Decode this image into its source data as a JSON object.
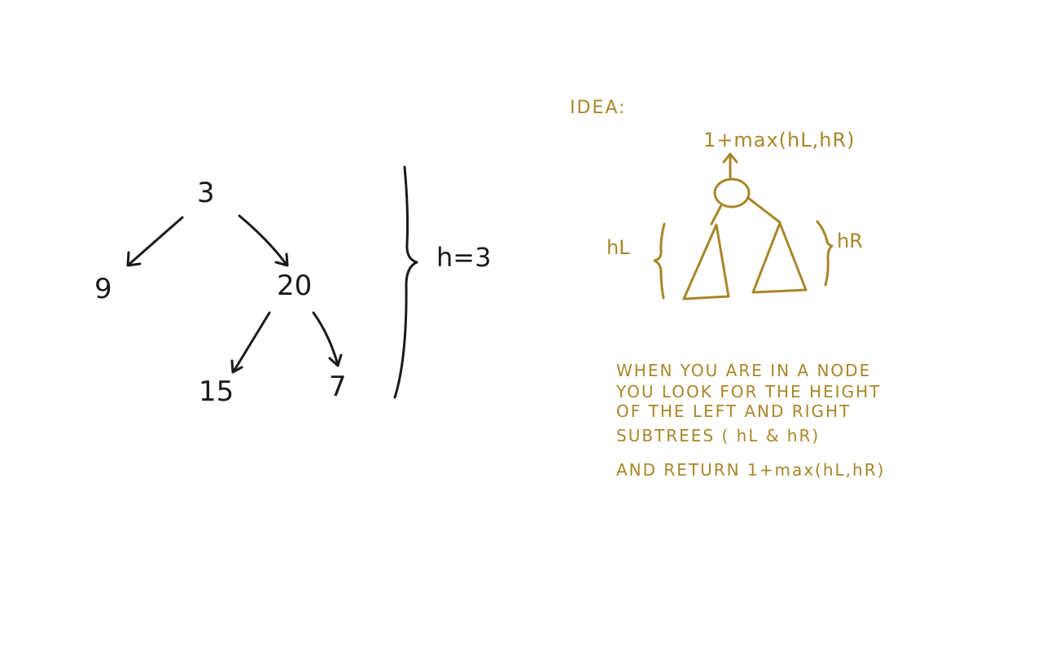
{
  "tree": {
    "nodes": {
      "root": "3",
      "left": "9",
      "right": "20",
      "right_left": "15",
      "right_right": "7"
    },
    "height_label": "h=3"
  },
  "idea": {
    "title": "IDEA:",
    "formula_top": "1+max(hL,hR)",
    "left_height_label": "hL",
    "right_height_label": "hR",
    "explanation_lines": [
      "WHEN YOU ARE IN A NODE",
      "YOU LOOK FOR THE HEIGHT",
      "OF THE LEFT AND RIGHT",
      "SUBTREES ( hL & hR)"
    ],
    "return_line": "AND RETURN   1+max(hL,hR)"
  },
  "colors": {
    "tree_ink": "#1a1a1a",
    "note_ink": "#a8862a"
  }
}
